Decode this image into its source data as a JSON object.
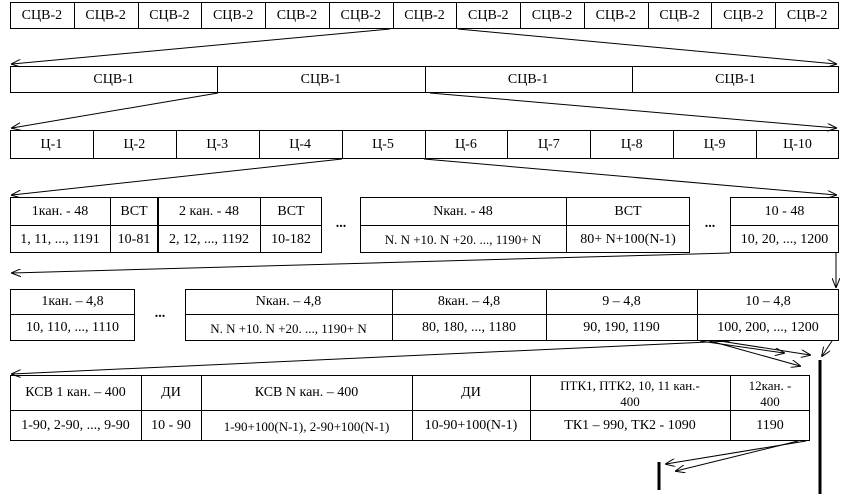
{
  "row1": [
    "СЦВ-2",
    "СЦВ-2",
    "СЦВ-2",
    "СЦВ-2",
    "СЦВ-2",
    "СЦВ-2",
    "СЦВ-2",
    "СЦВ-2",
    "СЦВ-2",
    "СЦВ-2",
    "СЦВ-2",
    "СЦВ-2",
    "СЦВ-2"
  ],
  "row2": [
    "СЦВ-1",
    "СЦВ-1",
    "СЦВ-1",
    "СЦВ-1"
  ],
  "row3": [
    "Ц-1",
    "Ц-2",
    "Ц-3",
    "Ц-4",
    "Ц-5",
    "Ц-6",
    "Ц-7",
    "Ц-8",
    "Ц-9",
    "Ц-10"
  ],
  "row4": {
    "h1": "1кан. - 48",
    "b1": "1, 11, ..., 1191",
    "h2": "ВСТ",
    "b2": "10-81",
    "h3": "2 кан. - 48",
    "b3": "2, 12, ..., 1192",
    "h4": "ВСТ",
    "b4": "10-182",
    "dots1": "...",
    "h5": "Nкан. - 48",
    "b5": "N. N +10. N +20. ..., 1190+ N",
    "h6": "ВСТ",
    "b6": "80+ N+100(N-1)",
    "dots2": "...",
    "h7": "10 - 48",
    "b7": "10, 20, ..., 1200"
  },
  "row5": {
    "h1": "1кан. – 4,8",
    "b1": "10, 110, ..., 1110",
    "dots": "...",
    "h2": "Nкан. – 4,8",
    "b2": "N. N +10. N +20. ..., 1190+ N",
    "h3": "8кан. – 4,8",
    "b3": "80, 180, ..., 1180",
    "h4": "9 – 4,8",
    "b4": "90, 190, 1190",
    "h5": "10 – 4,8",
    "b5": "100, 200, ..., 1200"
  },
  "row6": {
    "h1": "КСВ 1 кан. – 400",
    "b1": "1-90, 2-90, ..., 9-90",
    "h2": "ДИ",
    "b2": "10 - 90",
    "h3": "КСВ N кан. – 400",
    "b3": "1-90+100(N-1), 2-90+100(N-1)",
    "h4": "ДИ",
    "b4": "10-90+100(N-1)",
    "h5a": "ПТК1, ПТК2, 10, 11 кан.-",
    "h5b": "400",
    "b5": "ТК1 – 990, ТК2 - 1090",
    "h6a": "12кан. -",
    "h6b": "400",
    "b6": "1190"
  }
}
